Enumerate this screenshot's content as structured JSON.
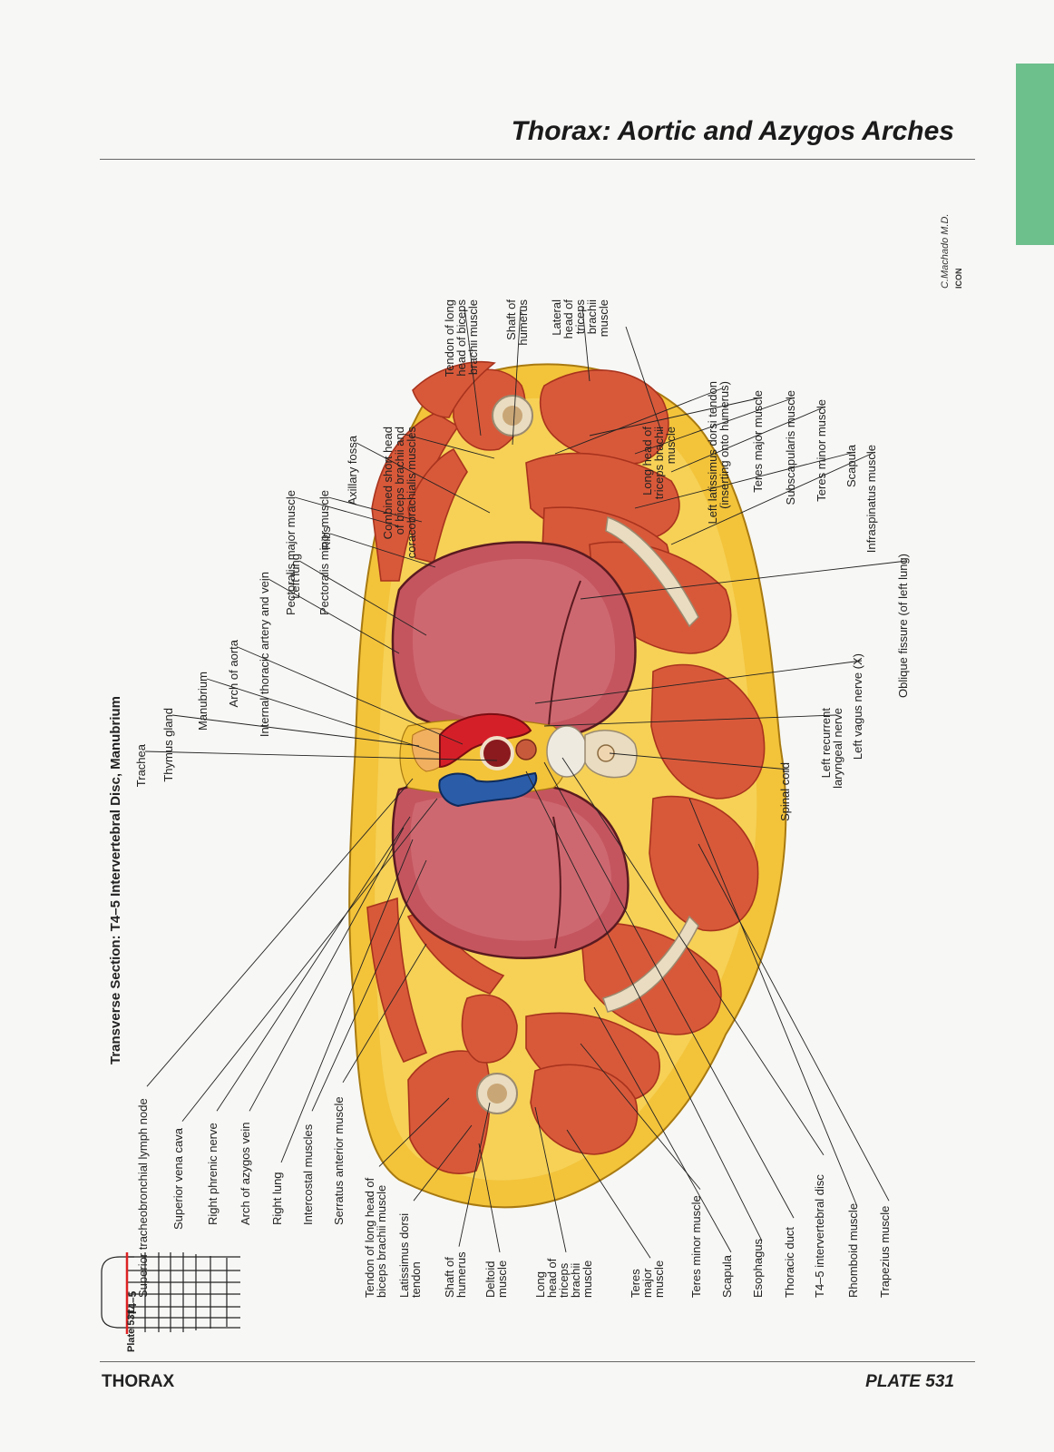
{
  "header": {
    "title": "Thorax: Aortic and Azygos Arches"
  },
  "footer": {
    "section": "THORAX",
    "plate": "PLATE 531"
  },
  "figure": {
    "caption": "Transverse Section: T4–5 Intervertebral Disc, Manubrium",
    "plate_ref": "Plate 531",
    "level_label": "T4–5",
    "signature": "C.Machado M.D.",
    "copyright": "ICON"
  },
  "labels_left": [
    [
      "Superior tracheobronchial lymph node"
    ],
    [
      "Superior vena cava"
    ],
    [
      "Right phrenic nerve"
    ],
    [
      "Arch of azygos vein"
    ],
    [
      "Right lung"
    ],
    [
      "Intercostal muscles"
    ],
    [
      "Serratus anterior muscle"
    ],
    [
      "Tendon of long head of",
      "biceps brachii muscle"
    ],
    [
      "Latissimus dorsi",
      "tendon"
    ],
    [
      "Shaft of",
      "humerus"
    ],
    [
      "Deltoid",
      "muscle"
    ],
    [
      "Long",
      "head of",
      "triceps",
      "brachii",
      "muscle"
    ],
    [
      "Teres",
      "major",
      "muscle"
    ],
    [
      "Teres minor muscle"
    ],
    [
      "Scapula"
    ],
    [
      "Esophagus"
    ],
    [
      "Thoracic duct"
    ],
    [
      "T4–5 intervertebral disc"
    ],
    [
      "Rhomboid muscle"
    ],
    [
      "Trapezius muscle"
    ]
  ],
  "labels_right": [
    [
      "Trachea"
    ],
    [
      "Thymus gland"
    ],
    [
      "Manubrium"
    ],
    [
      "Arch of aorta"
    ],
    [
      "Internal thoracic artery and vein"
    ],
    [
      "Left lung"
    ],
    [
      "Ribs"
    ],
    [
      "Pectoralis major muscle"
    ],
    [
      "Pectoralis minor muscle"
    ],
    [
      "Axillary fossa"
    ],
    [
      "Combined short head",
      "of biceps brachii and",
      "coracobrachialis muscles"
    ],
    [
      "Tendon of long",
      "head of biceps",
      "brachii muscle"
    ],
    [
      "Shaft of",
      "humerus"
    ],
    [
      "Lateral",
      "head of",
      "triceps",
      "brachii",
      "muscle"
    ],
    [
      "Long head of",
      "triceps brachii",
      "muscle"
    ],
    [
      "Left latissimus dorsi tendon",
      "(inserting onto humerus)"
    ],
    [
      "Teres major muscle"
    ],
    [
      "Subscapularis muscle"
    ],
    [
      "Teres minor muscle"
    ],
    [
      "Scapula"
    ],
    [
      "Infraspinatus muscle"
    ],
    [
      "Oblique fissure (of left lung)"
    ],
    [
      "Left vagus nerve (X)"
    ],
    [
      "Left recurrent",
      "laryngeal nerve"
    ],
    [
      "Spinal cord"
    ]
  ],
  "colors": {
    "fat": "#f3c33a",
    "fat_light": "#f8dd6e",
    "muscle": "#d8593a",
    "muscle_dark": "#b23a22",
    "lung": "#c4555f",
    "lung_light": "#d77c82",
    "bone": "#e9dcc0",
    "aorta": "#d51f28",
    "vein": "#2a5ca8",
    "tab": "#6dbf8c"
  }
}
